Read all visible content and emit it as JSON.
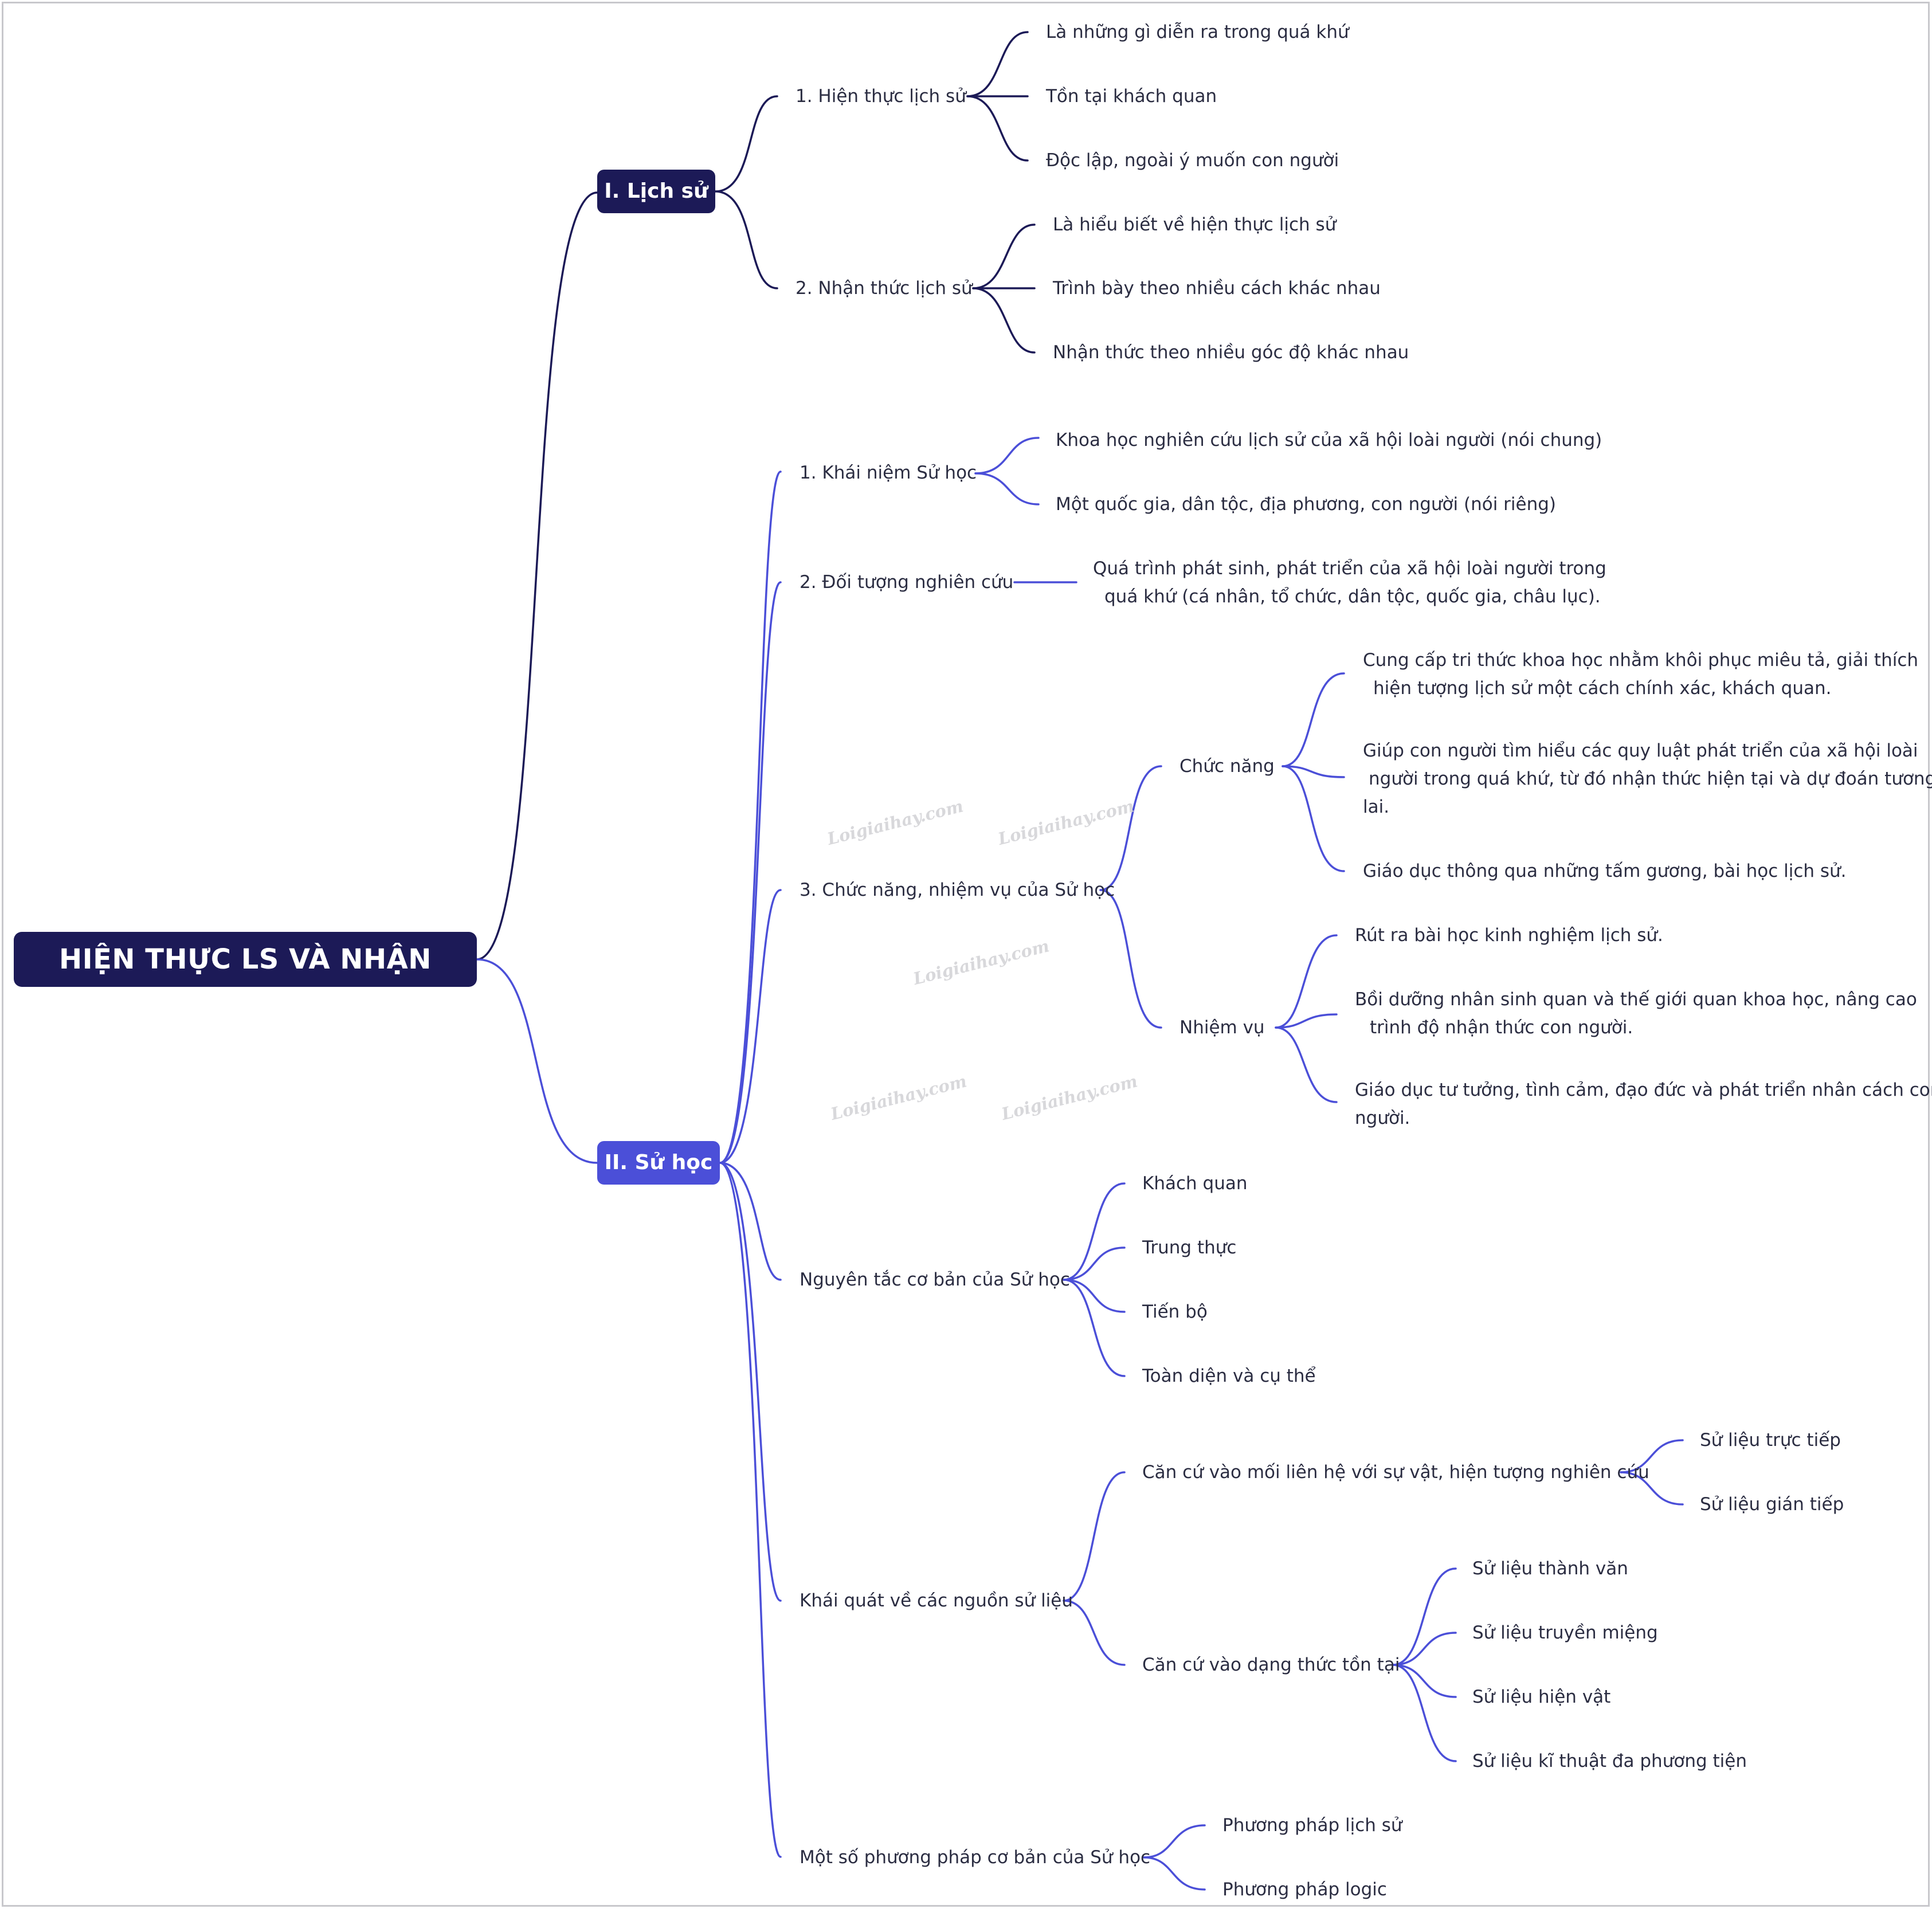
{
  "root": "HIỆN THỰC LS VÀ NHẬN THỨC LS",
  "branch1": {
    "title": "I. Lịch sử",
    "sub1": {
      "label": "1. Hiện thực lịch sử",
      "items": [
        "Là những gì diễn ra trong quá khứ",
        "Tồn tại khách quan",
        "Độc lập, ngoài ý muốn con người"
      ]
    },
    "sub2": {
      "label": "2. Nhận thức lịch sử",
      "items": [
        "Là hiểu biết về hiện thực lịch sử",
        "Trình bày theo nhiều cách khác nhau",
        "Nhận thức theo nhiều góc độ khác nhau"
      ]
    }
  },
  "branch2": {
    "title": "II. Sử học",
    "concept": {
      "label": "1. Khái niệm Sử học",
      "items": [
        "Khoa học nghiên cứu lịch sử của xã hội loài người (nói chung)",
        "Một quốc gia, dân tộc, địa phương, con người (nói riêng)"
      ]
    },
    "object": {
      "label": "2. Đối tượng nghiên cứu",
      "line1": "Quá trình phát sinh, phát triển của xã hội loài người trong",
      "line2": "quá khứ (cá nhân, tổ chức, dân tộc, quốc gia, châu lục)."
    },
    "roles": {
      "label": "3. Chức năng, nhiệm vụ của Sử học",
      "functions": {
        "label": "Chức năng",
        "item1_l1": "Cung cấp tri thức khoa học nhằm khôi phục miêu tả, giải thích",
        "item1_l2": "hiện tượng lịch sử một cách chính xác, khách quan.",
        "item2_l1": "Giúp con người tìm hiểu các quy luật phát triển của xã hội loài",
        "item2_l2": "người trong quá khứ, từ đó nhận thức hiện tại và dự đoán tương",
        "item2_l3": "lai.",
        "item3": "Giáo dục thông qua những tấm gương, bài học lịch sử."
      },
      "tasks": {
        "label": "Nhiệm vụ",
        "item1": "Rút ra bài học kinh nghiệm lịch sử.",
        "item2_l1": "Bồi dưỡng nhân sinh quan và thế giới quan khoa học, nâng cao",
        "item2_l2": "trình độ nhận thức con người.",
        "item3_l1": "Giáo dục tư tưởng, tình cảm, đạo đức và phát triển nhân cách con",
        "item3_l2": "người."
      }
    },
    "principles": {
      "label": "Nguyên tắc cơ bản của Sử học",
      "items": [
        "Khách quan",
        "Trung thực",
        "Tiến bộ",
        "Toàn diện và cụ thể"
      ]
    },
    "sources": {
      "label": "Khái quát về các nguồn sử liệu",
      "relation": {
        "label": "Căn cứ vào mối liên hệ với sự vật, hiện tượng nghiên cứu",
        "items": [
          "Sử liệu trực tiếp",
          "Sử liệu gián tiếp"
        ]
      },
      "form": {
        "label": "Căn cứ vào dạng thức tồn tại",
        "items": [
          "Sử liệu thành văn",
          "Sử liệu truyền miệng",
          "Sử liệu hiện vật",
          "Sử liệu kĩ thuật đa phương tiện"
        ]
      }
    },
    "methods": {
      "label": "Một số phương pháp cơ bản của Sử học",
      "items": [
        "Phương pháp lịch sử",
        "Phương pháp logic"
      ]
    }
  },
  "watermark": "Loigiaihay.com",
  "colors": {
    "dark": "#1c1a57",
    "accent": "#4b4fd8",
    "text": "#2b2d42",
    "watermark": "#d4d4d8"
  }
}
